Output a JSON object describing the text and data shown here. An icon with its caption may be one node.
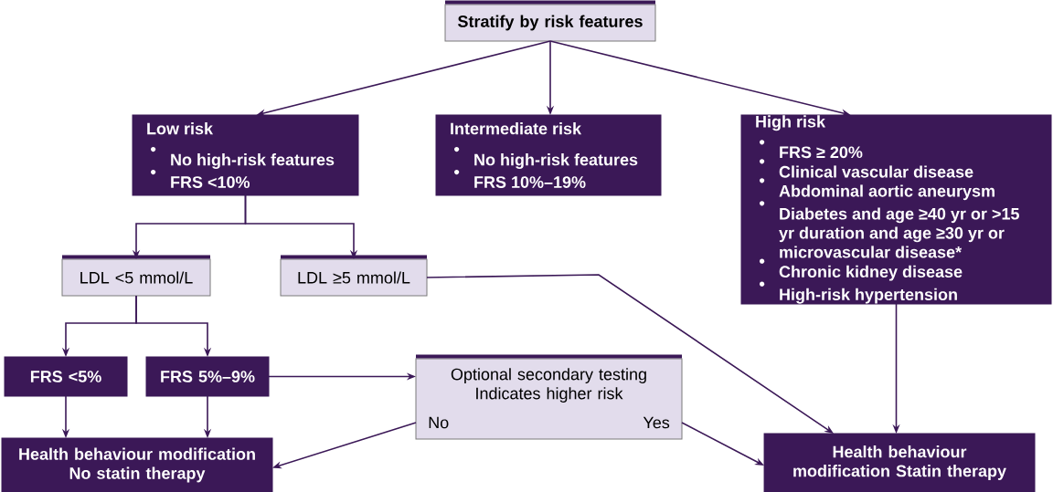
{
  "diagram": {
    "nodes": [
      {
        "text": [
          "Stratify by risk features"
        ]
      },
      {
        "text": [
          "Low risk",
          "No high-risk features",
          "FRS <10%"
        ]
      },
      {
        "text": [
          "Intermediate risk",
          "No high-risk features",
          "FRS 10%–19%"
        ]
      },
      {
        "text": [
          "High risk",
          "FRS ≥ 20%",
          "Clinical vascular disease",
          "Abdominal aortic aneurysm",
          "Diabetes and age ≥40 yr or >15 yr duration and age ≥30 yr or microvascular disease*",
          "Chronic kidney disease",
          "High-risk hypertension"
        ]
      },
      {
        "text": [
          "LDL <5 mmol/L"
        ]
      },
      {
        "text": [
          "LDL ≥5 mmol/L"
        ]
      },
      {
        "text": [
          "FRS <5%"
        ]
      },
      {
        "text": [
          "FRS 5%–9%"
        ]
      },
      {
        "text": [
          "Optional secondary testing Indicates higher risk",
          "No",
          "Yes"
        ]
      },
      {
        "text": [
          "Health behaviour modification No statin therapy"
        ]
      },
      {
        "text": [
          "Health behaviour modification Statin therapy"
        ]
      }
    ],
    "edges": [
      {
        "from": 0,
        "to": 1,
        "arrow": "to"
      },
      {
        "from": 0,
        "to": 2,
        "arrow": "to"
      },
      {
        "from": 0,
        "to": 3,
        "arrow": "to"
      },
      {
        "from": 1,
        "to": 4,
        "arrow": "to"
      },
      {
        "from": 1,
        "to": 5,
        "arrow": "to"
      },
      {
        "from": 4,
        "to": 6,
        "arrow": "to"
      },
      {
        "from": 4,
        "to": 7,
        "arrow": "to"
      },
      {
        "from": 6,
        "to": 9,
        "arrow": "to"
      },
      {
        "from": 7,
        "to": 9,
        "arrow": "to"
      },
      {
        "from": 7,
        "to": 8,
        "arrow": "to"
      },
      {
        "from": 8,
        "to": 9,
        "arrow": "to"
      },
      {
        "from": 8,
        "to": 10,
        "arrow": "to"
      },
      {
        "from": 5,
        "to": 10,
        "arrow": "to"
      },
      {
        "from": 3,
        "to": 10,
        "arrow": "to"
      }
    ]
  }
}
